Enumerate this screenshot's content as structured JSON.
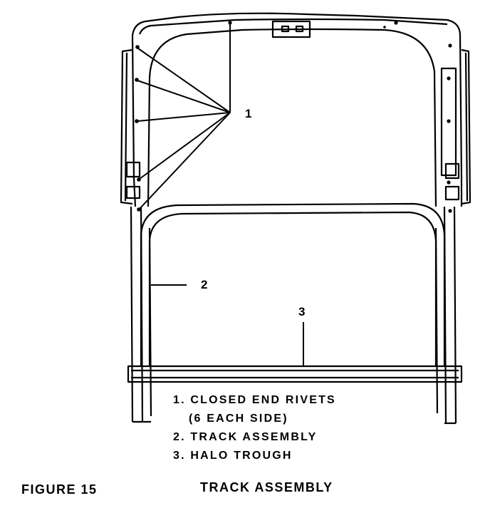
{
  "callouts": {
    "c1": "1",
    "c2": "2",
    "c3": "3"
  },
  "legend": {
    "item1_line1": "1. CLOSED END RIVETS",
    "item1_line2": "(6 EACH SIDE)",
    "item2": "2. TRACK ASSEMBLY",
    "item3": "3. HALO TROUGH"
  },
  "figure": {
    "number": "FIGURE 15",
    "title": "TRACK ASSEMBLY"
  },
  "colors": {
    "ink": "#000000",
    "paper": "#ffffff"
  }
}
